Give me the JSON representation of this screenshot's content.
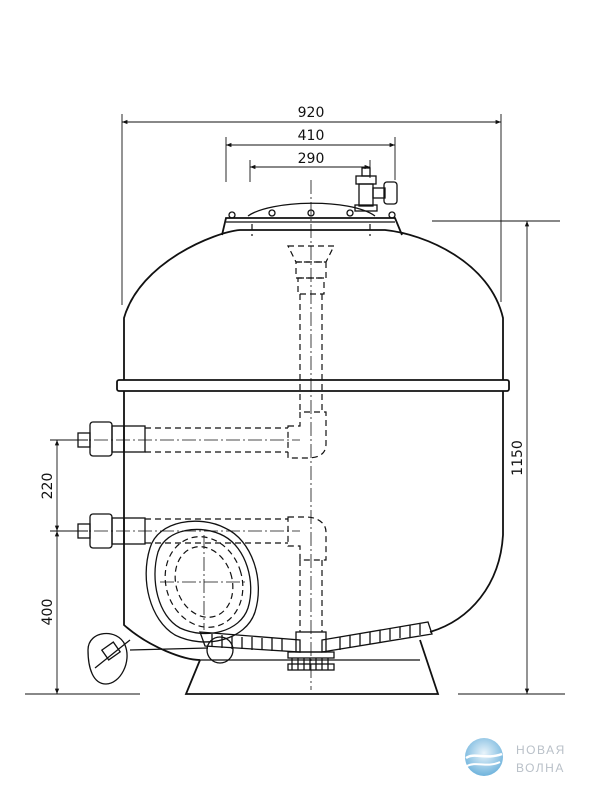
{
  "dimensions": {
    "overall_width": "920",
    "flange_width": "410",
    "lid_width": "290",
    "overall_height": "1150",
    "port_spacing": "220",
    "lower_port_height": "400"
  },
  "watermark": {
    "line1": "НОВАЯ",
    "line2": "ВОЛНА"
  }
}
